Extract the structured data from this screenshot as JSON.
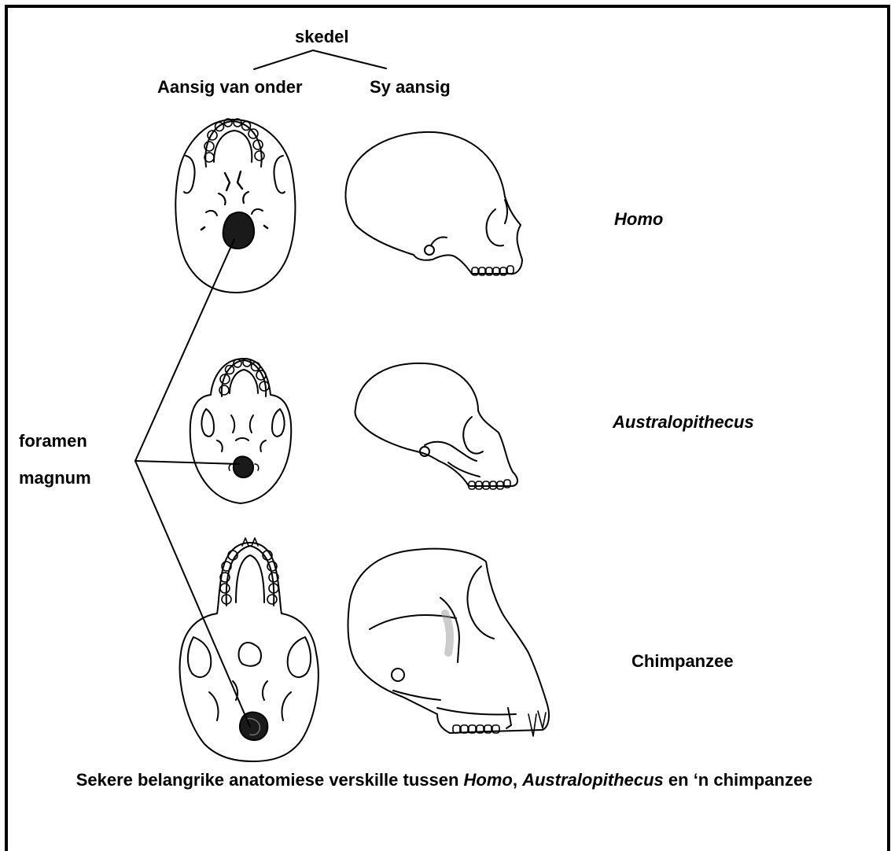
{
  "header": {
    "title": "skedel",
    "view_bottom": "Aansig van onder",
    "view_side": "Sy aansig"
  },
  "species": {
    "homo": "Homo",
    "australopithecus": "Australopithecus",
    "chimp": "Chimpanzee"
  },
  "pointer_label": {
    "line1": "foramen",
    "line2": "magnum"
  },
  "caption": {
    "part1": "Sekere belangrike anatomiese verskille tussen ",
    "homo": "Homo",
    "sep": ", ",
    "australopithecus": "Australopithecus",
    "part2": " en ‘n chimpanzee"
  },
  "colors": {
    "ink": "#000000",
    "foramen_fill": "#1a1a1a",
    "shade": "#9a9a9a"
  }
}
